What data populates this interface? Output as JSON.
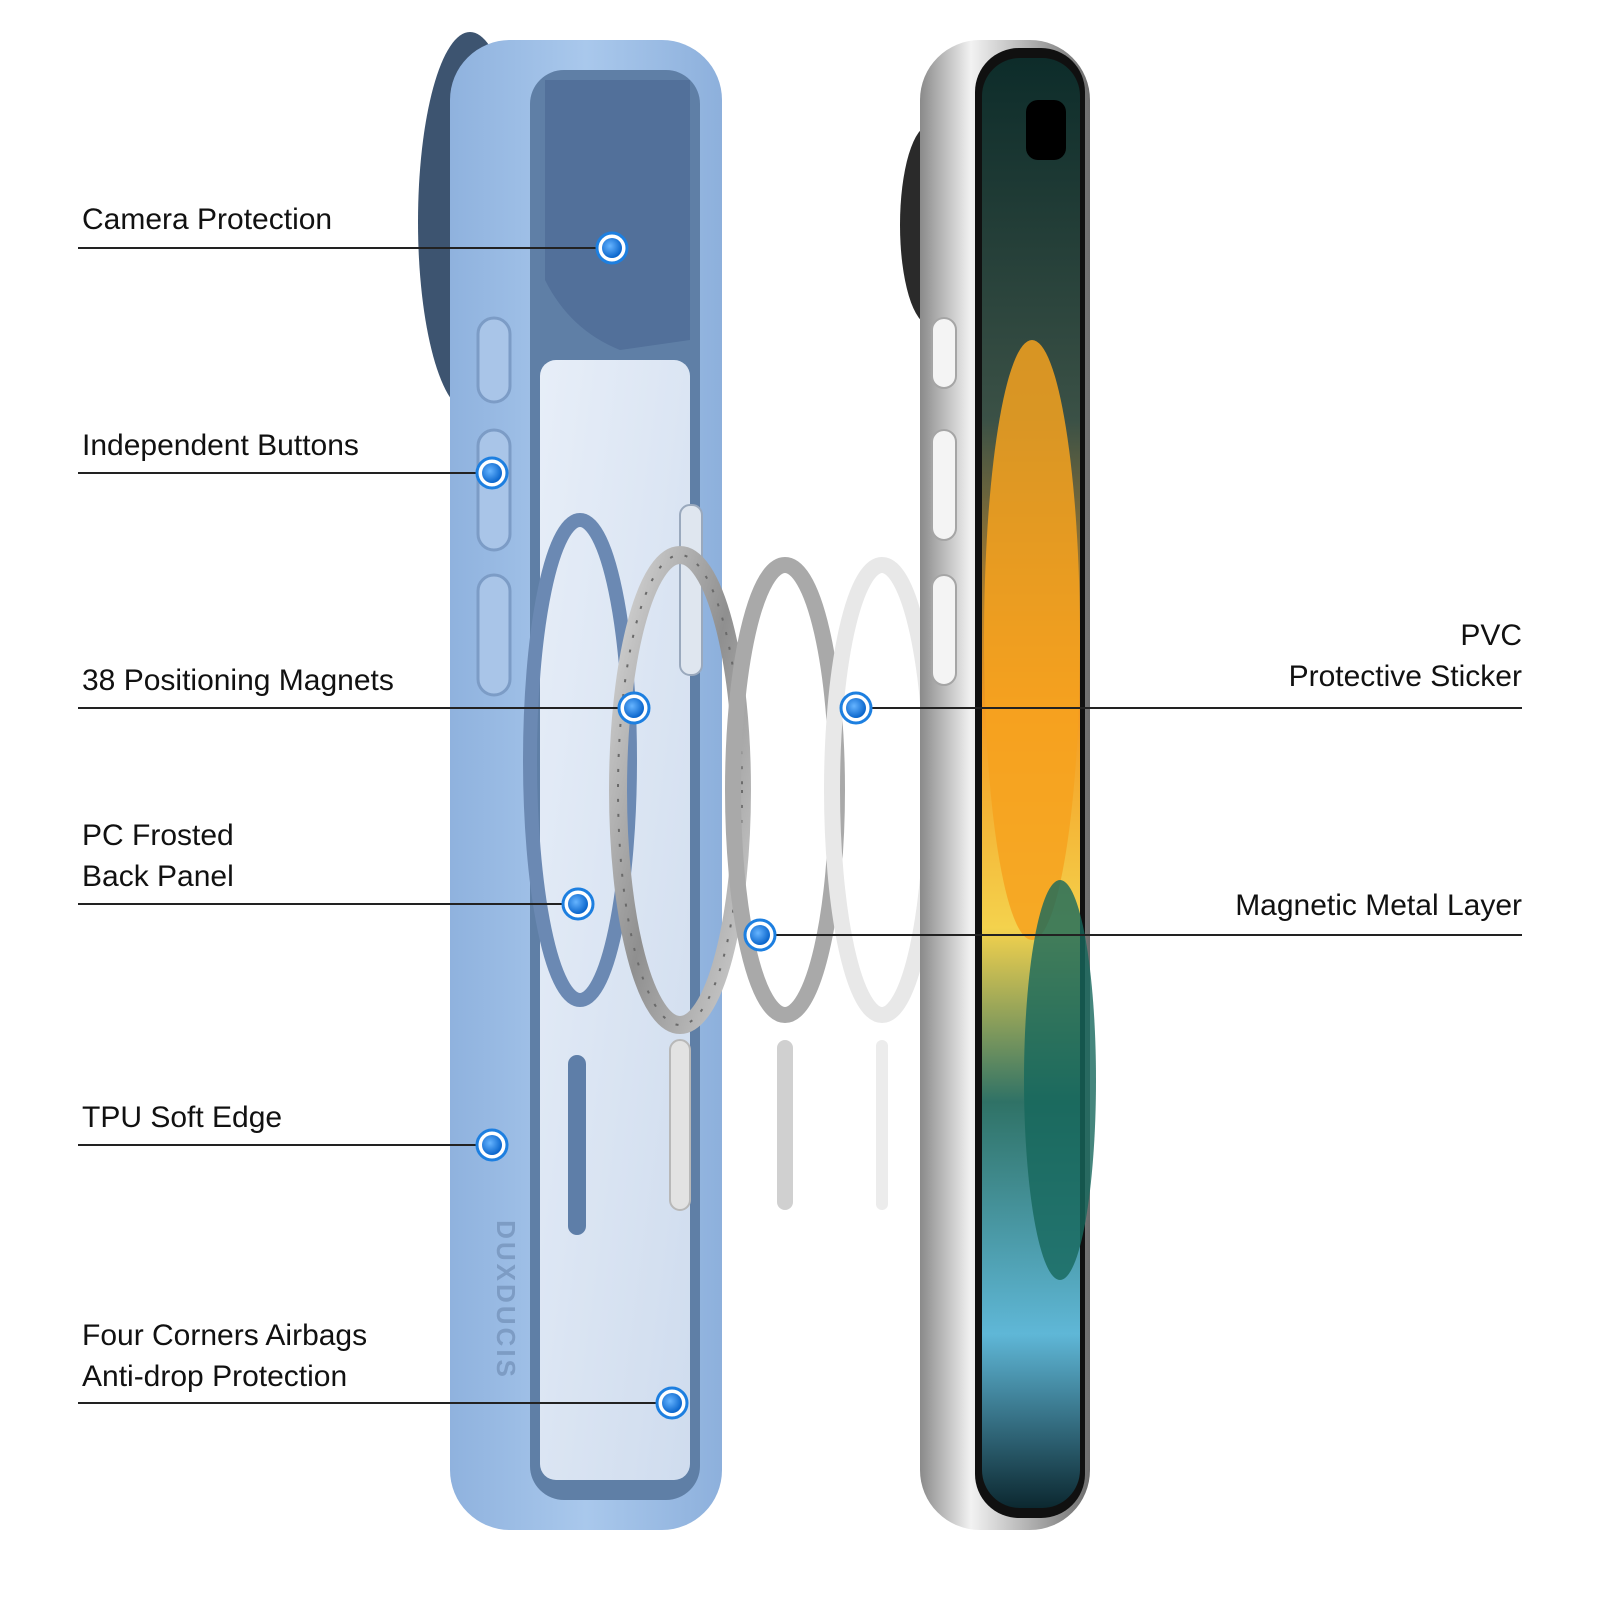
{
  "callouts": {
    "camera_protection": "Camera Protection",
    "independent_buttons": "Independent Buttons",
    "positioning_magnets": "38 Positioning Magnets",
    "pc_frosted_line1": "PC Frosted",
    "pc_frosted_line2": "Back Panel",
    "tpu_soft_edge": "TPU Soft Edge",
    "airbags_line1": "Four Corners Airbags",
    "airbags_line2": "Anti-drop Protection",
    "pvc_line1": "PVC",
    "pvc_line2": "Protective Sticker",
    "magnetic_metal": "Magnetic Metal Layer"
  },
  "brand_mark": "DUXDUCIS",
  "colors": {
    "case_blue": "#9fc0e6",
    "case_blue_dark": "#7ea3d1",
    "marker_blue": "#1d7fe0",
    "leader_line": "#222222",
    "phone_frame": "#c8c8c8"
  }
}
